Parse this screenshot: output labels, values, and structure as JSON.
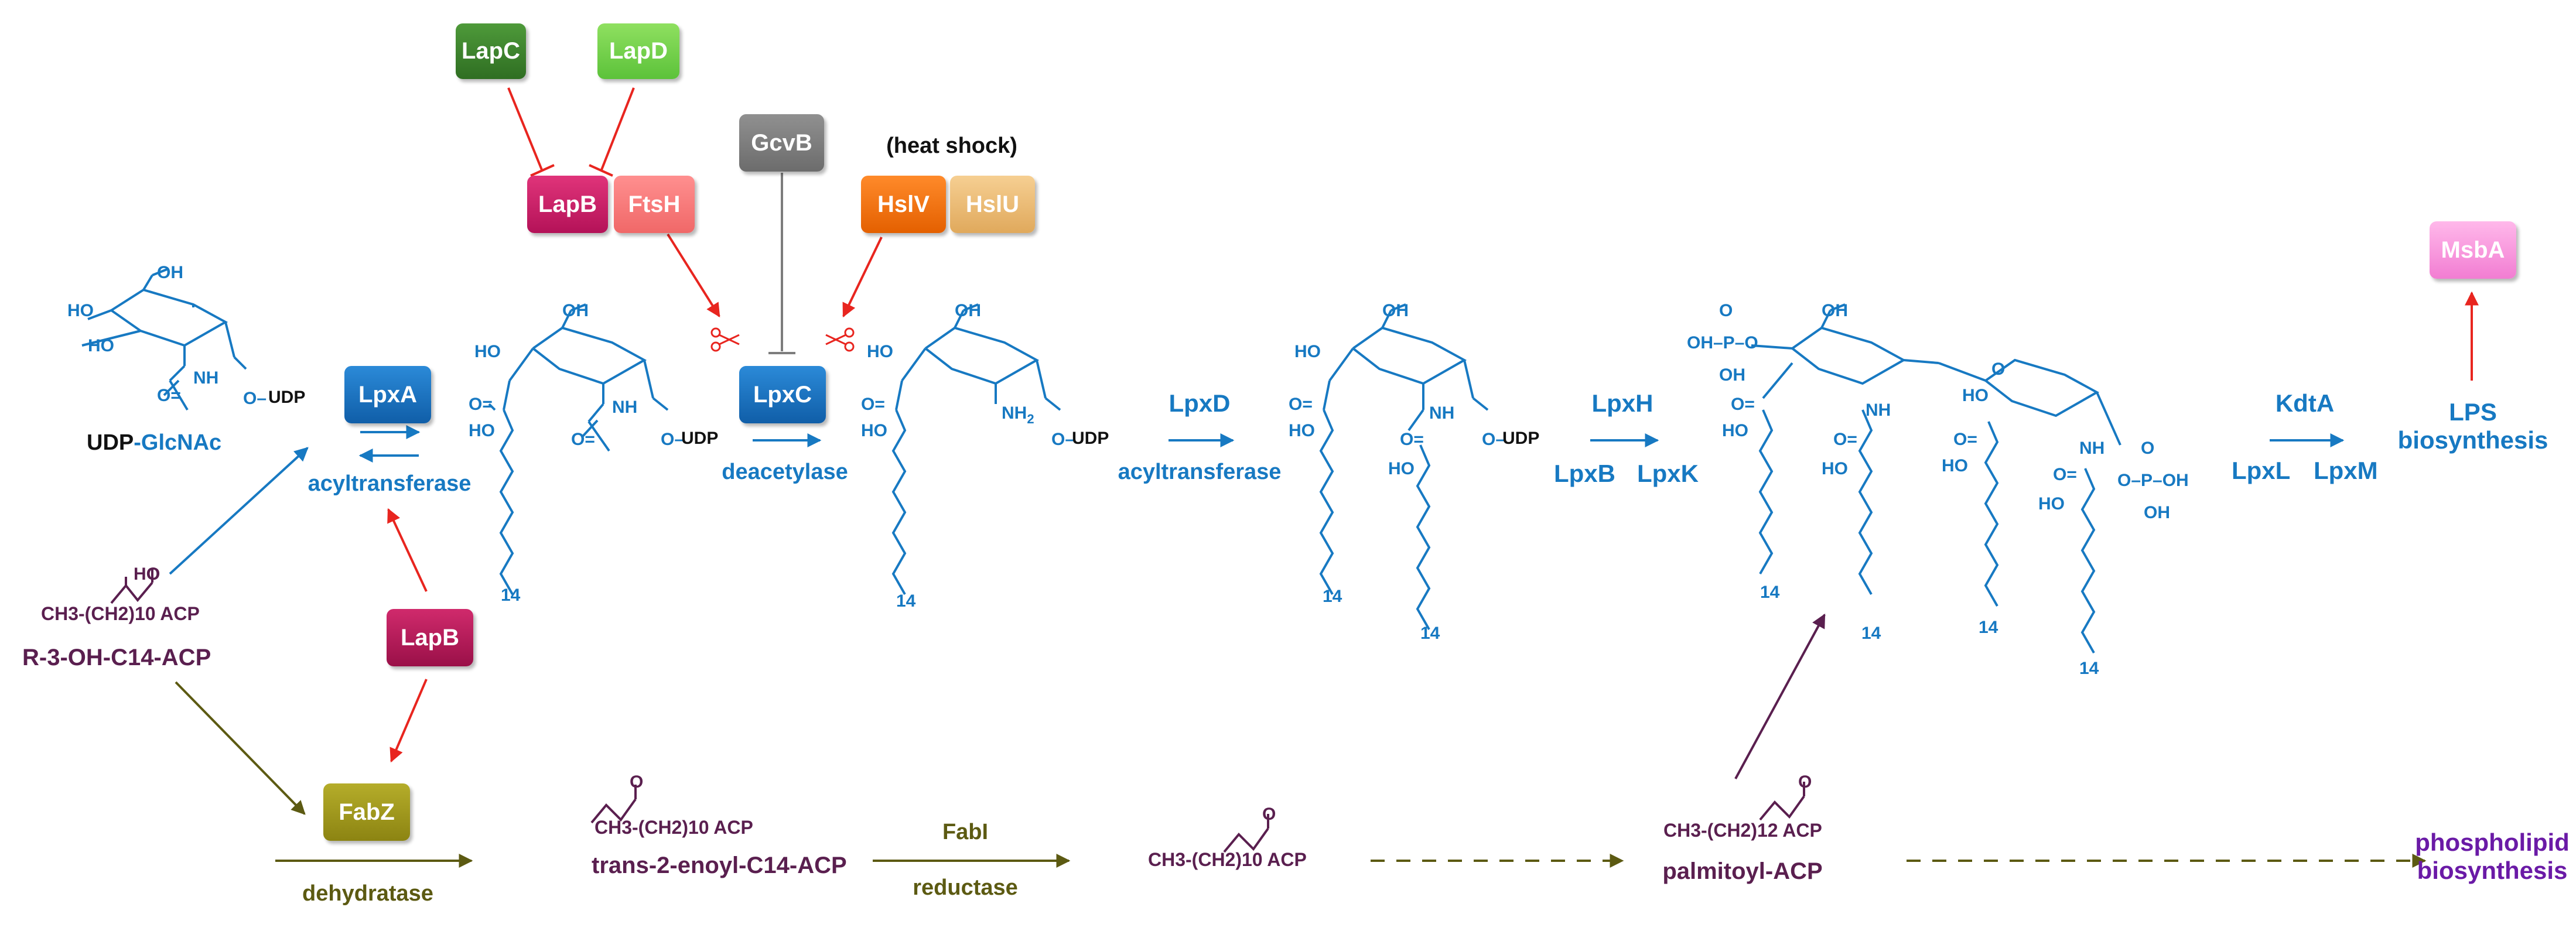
{
  "colors": {
    "blue": "#1779c2",
    "purple": "#5a1f4f",
    "olive": "#5c5a12",
    "violet": "#6a1aa6",
    "red": "#e8251f",
    "gray": "#7d7d7d"
  },
  "proteins": {
    "lapC": "LapC",
    "lapD": "LapD",
    "lapB_top": "LapB",
    "ftsH": "FtsH",
    "gcvB": "GcvB",
    "hslV": "HslV",
    "hslU": "HslU",
    "lpxA": "LpxA",
    "lpxC": "LpxC",
    "lapB_mid": "LapB",
    "fabZ": "FabZ",
    "msbA": "MsbA"
  },
  "labels": {
    "heat_shock": "(heat shock)",
    "acyltransferase_1": "acyltransferase",
    "deacetylase": "deacetylase",
    "lpxD": "LpxD",
    "acyltransferase_2": "acyltransferase",
    "lpxH": "LpxH",
    "lpxB": "LpxB",
    "lpxK": "LpxK",
    "kdtA": "KdtA",
    "lpxL": "LpxL",
    "lpxM": "LpxM",
    "lps_line1": "LPS",
    "lps_line2": "biosynthesis",
    "phospholipid_line1": "phospholipid",
    "phospholipid_line2": "biosynthesis",
    "dehydratase": "dehydratase",
    "fabI": "FabI",
    "reductase": "reductase"
  },
  "compounds": {
    "udp_glcnac_prefix": "UDP",
    "udp_glcnac_suffix": "-GlcNAc",
    "r3oh_name": "R-3-OH-C14-ACP",
    "r3oh_formula": "CH3-(CH2)10 ACP",
    "trans_name": "trans-2-enoyl-C14-ACP",
    "trans_formula": "CH3-(CH2)10 ACP",
    "acyl_formula": "CH3-(CH2)10 ACP",
    "palmitoyl_name": "palmitoyl-ACP",
    "palmitoyl_formula": "CH3-(CH2)12 ACP",
    "udp": "UDP",
    "chain_length": "14"
  }
}
